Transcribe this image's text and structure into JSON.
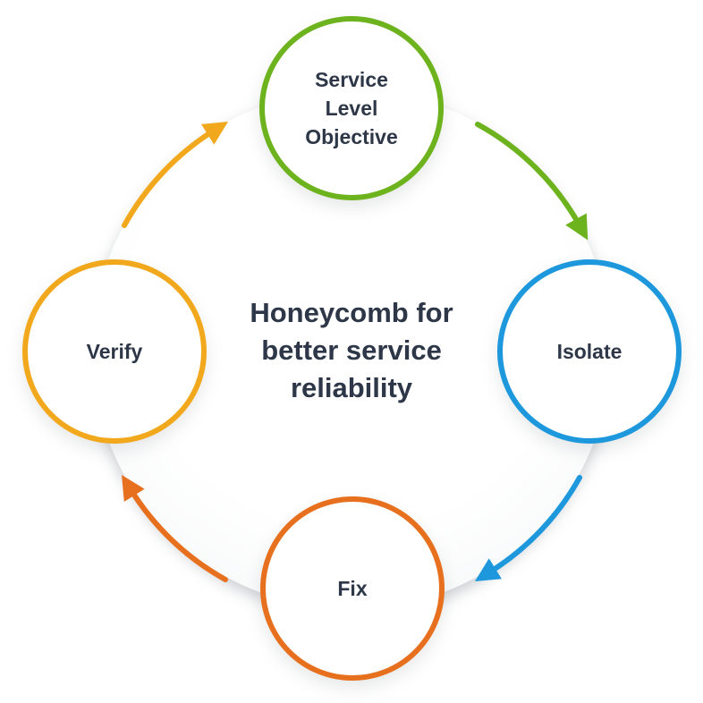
{
  "diagram": {
    "title": "Honeycomb for better service reliability",
    "title_color": "#2d3748",
    "label_color": "#2d3748",
    "nodes": [
      {
        "id": "service-level-objective",
        "label": "Service Level Objective",
        "position": "top",
        "color": "#6db31e"
      },
      {
        "id": "isolate",
        "label": "Isolate",
        "position": "right",
        "color": "#1e98dc"
      },
      {
        "id": "fix",
        "label": "Fix",
        "position": "bottom",
        "color": "#e7701e"
      },
      {
        "id": "verify",
        "label": "Verify",
        "position": "left",
        "color": "#f2a81c"
      }
    ],
    "arrows": [
      {
        "from": "service-level-objective",
        "to": "isolate",
        "color": "#6db31e",
        "direction": "clockwise"
      },
      {
        "from": "isolate",
        "to": "fix",
        "color": "#1e98dc",
        "direction": "clockwise"
      },
      {
        "from": "fix",
        "to": "verify",
        "color": "#e7701e",
        "direction": "clockwise"
      },
      {
        "from": "verify",
        "to": "service-level-objective",
        "color": "#f2a81c",
        "direction": "clockwise"
      }
    ]
  }
}
